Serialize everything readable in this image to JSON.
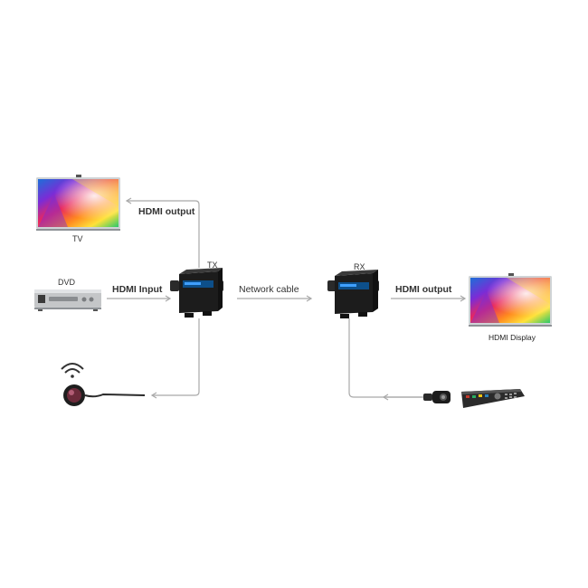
{
  "labels": {
    "tv": "TV",
    "dvd": "DVD",
    "tx": "TX",
    "rx": "RX",
    "hdmi_output_top": "HDMI output",
    "hdmi_input": "HDMI Input",
    "network_cable": "Network cable",
    "hdmi_output_right": "HDMI output",
    "hdmi_display": "HDMI Display"
  },
  "colors": {
    "line": "#a9a9a9",
    "device_dark": "#1c1c1c",
    "screen_frame": "#cfd3d6",
    "dvd_body": "#c4c6c8"
  },
  "icons": {
    "tv": "tv-icon",
    "dvd": "dvd-player-icon",
    "tx": "tx-extender-icon",
    "rx": "rx-extender-icon",
    "display": "monitor-icon",
    "ir_emitter": "ir-emitter-icon",
    "ir_receiver": "ir-receiver-icon",
    "remote": "remote-control-icon"
  }
}
